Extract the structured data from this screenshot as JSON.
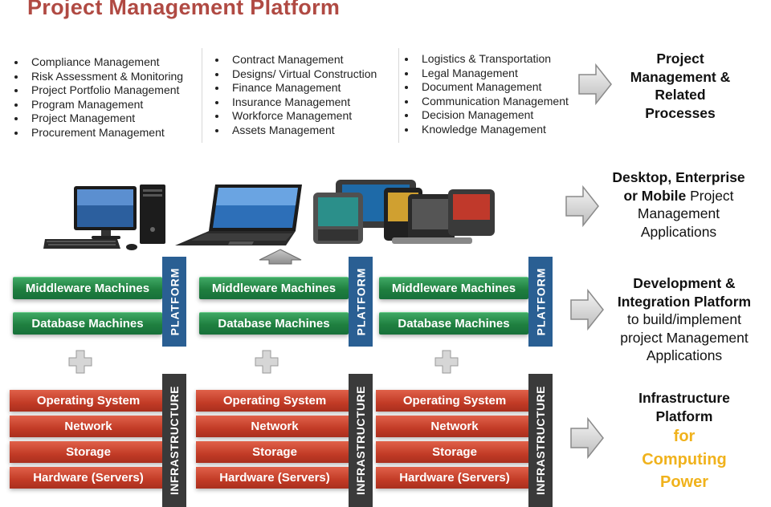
{
  "title": "Project Management Platform",
  "process_lists": [
    [
      "Compliance Management",
      "Risk Assessment & Monitoring",
      "Project Portfolio Management",
      "Program Management",
      "Project Management",
      "Procurement  Management"
    ],
    [
      "Contract Management",
      "Designs/ Virtual Construction",
      "Finance Management",
      "Insurance Management",
      "Workforce Management",
      "Assets Management"
    ],
    [
      "Logistics & Transportation",
      "Legal Management",
      "Document Management",
      "Communication Management",
      "Decision Management",
      "Knowledge Management"
    ]
  ],
  "right_labels": {
    "processes": [
      "Project",
      "Management &",
      "Related",
      "Processes"
    ],
    "applications": {
      "bold1": "Desktop, Enterprise",
      "bold2": "or Mobile",
      "rest2": " Project",
      "line3": "Management",
      "line4": "Applications"
    },
    "development": {
      "bold1": "Development &",
      "bold2": "Integration Platform",
      "line3": "to build/implement",
      "line4": "project Management",
      "line5": "Applications"
    },
    "infrastructure": {
      "bold1": "Infrastructure",
      "bold2": "Platform",
      "gold1": "for",
      "gold2": "Computing",
      "gold3": "Power"
    }
  },
  "platform_label": "PLATFORM",
  "infrastructure_label": "INFRASTRUCTURE",
  "platform_buttons": [
    "Middleware Machines",
    "Database Machines"
  ],
  "infra_buttons": [
    "Operating System",
    "Network",
    "Storage",
    "Hardware (Servers)"
  ],
  "colors": {
    "title": "#b04a43",
    "green": "#1f7f3f",
    "red": "#c23b26",
    "platform_bar": "#2a5f93",
    "infra_bar": "#3a3a3a",
    "gold": "#f0b21c"
  },
  "icons": [
    "desktop-computer-icon",
    "laptop-icon",
    "mobile-devices-icon",
    "right-arrow-icon",
    "up-arrow-icon",
    "plus-icon"
  ]
}
